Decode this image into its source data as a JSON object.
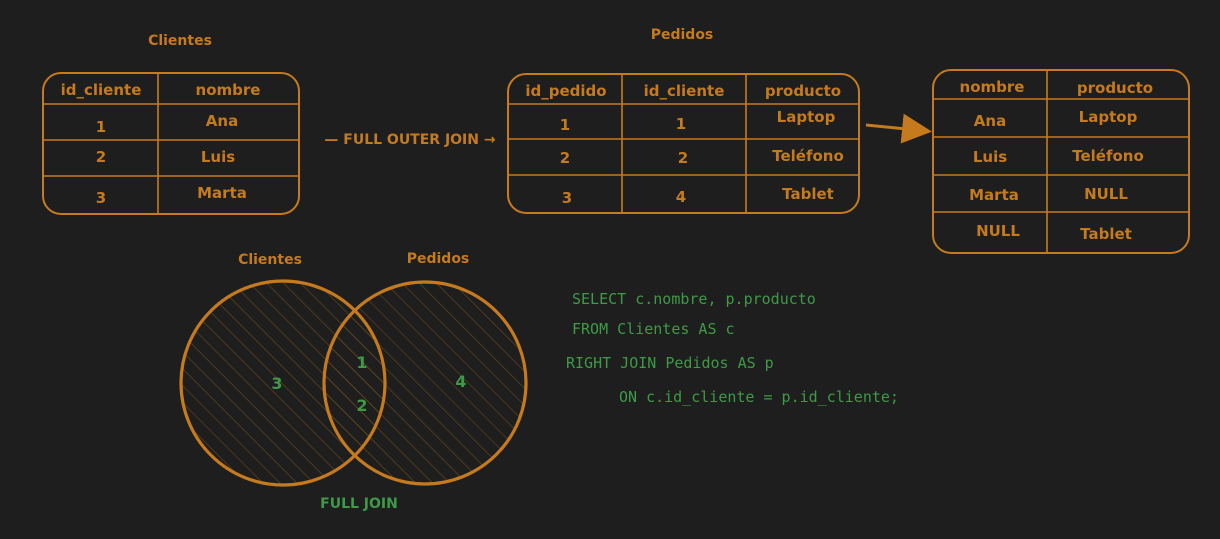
{
  "clientes_table": {
    "title": "Clientes",
    "headers": [
      "id_cliente",
      "nombre"
    ],
    "rows": [
      [
        "1",
        "Ana"
      ],
      [
        "2",
        "Luis"
      ],
      [
        "3",
        "Marta"
      ]
    ]
  },
  "join_label": "— FULL OUTER JOIN →",
  "pedidos_table": {
    "title": "Pedidos",
    "headers": [
      "id_pedido",
      "id_cliente",
      "producto"
    ],
    "rows": [
      [
        "1",
        "1",
        "Laptop"
      ],
      [
        "2",
        "2",
        "Teléfono"
      ],
      [
        "3",
        "4",
        "Tablet"
      ]
    ]
  },
  "result_table": {
    "headers": [
      "nombre",
      "producto"
    ],
    "rows": [
      [
        "Ana",
        "Laptop"
      ],
      [
        "Luis",
        "Teléfono"
      ],
      [
        "Marta",
        "NULL"
      ],
      [
        "NULL",
        "Tablet"
      ]
    ]
  },
  "venn": {
    "left_label": "Clientes",
    "right_label": "Pedidos",
    "left_only": "3",
    "overlap_top": "1",
    "overlap_bottom": "2",
    "right_only": "4",
    "caption": "FULL JOIN"
  },
  "sql": {
    "line1": "SELECT c.nombre, p.producto",
    "line2": "FROM Clientes AS c",
    "line3": "RIGHT JOIN Pedidos AS p",
    "line4": "ON c.id_cliente = p.id_cliente;"
  },
  "colors": {
    "accent": "#c67a1e",
    "green": "#3e9a46",
    "background": "#1e1e1e"
  }
}
